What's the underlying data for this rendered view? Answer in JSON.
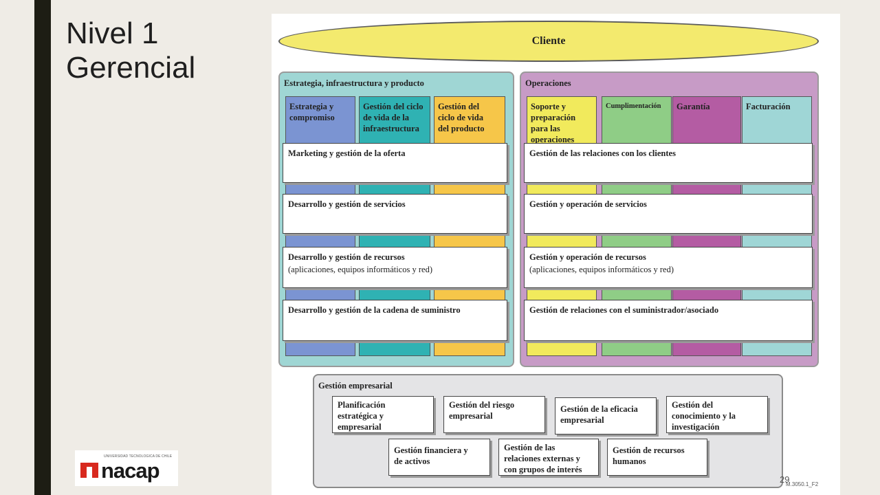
{
  "slide": {
    "title_line1": "Nivel 1",
    "title_line2": "Gerencial",
    "page_number": "29"
  },
  "logo": {
    "subtitle": "UNIVERSIDAD TECNOLOGICA DE CHILE",
    "word": "nacap"
  },
  "diagram": {
    "cliente": "Cliente",
    "strategy_section": {
      "title": "Estrategia, infraestructura y producto",
      "columns": [
        {
          "label": "Estrategia y compromiso",
          "color": "#7b94d2"
        },
        {
          "label": "Gestión del ciclo de vida de la infraestructura",
          "color": "#2fb2b3"
        },
        {
          "label": "Gestión del ciclo de vida del producto",
          "color": "#f6c649"
        }
      ],
      "rows": [
        {
          "label": "Marketing y gestión de la oferta",
          "sub": ""
        },
        {
          "label": "Desarrollo y gestión de servicios",
          "sub": ""
        },
        {
          "label": "Desarrollo y gestión de recursos",
          "sub": "(aplicaciones, equipos informáticos y red)"
        },
        {
          "label": "Desarrollo y gestión de la cadena de suministro",
          "sub": ""
        }
      ]
    },
    "operations_section": {
      "title": "Operaciones",
      "columns": [
        {
          "label": "Soporte y preparación para las operaciones",
          "color": "#f1ea5c"
        },
        {
          "label": "Cumplimentación",
          "color": "#8fcd86"
        },
        {
          "label": "Garantía",
          "color": "#b45ca3"
        },
        {
          "label": "Facturación",
          "color": "#9fd6d6"
        }
      ],
      "rows": [
        {
          "label": "Gestión de las relaciones con los clientes",
          "sub": ""
        },
        {
          "label": "Gestión y operación de servicios",
          "sub": ""
        },
        {
          "label": "Gestión y operación de recursos",
          "sub": "(aplicaciones, equipos informáticos y red)"
        },
        {
          "label": "Gestión de relaciones con el suministrador/asociado",
          "sub": ""
        }
      ]
    },
    "enterprise_section": {
      "title": "Gestión empresarial",
      "boxes": [
        "Planificación estratégica y empresarial",
        "Gestión del riesgo empresarial",
        "Gestión de la eficacia empresarial",
        "Gestión del conocimiento y la investigación",
        "Gestión financiera y de activos",
        "Gestión de las relaciones externas y con grupos de interés",
        "Gestión de recursos humanos"
      ]
    },
    "figure_code": "M.3050.1_F2"
  }
}
